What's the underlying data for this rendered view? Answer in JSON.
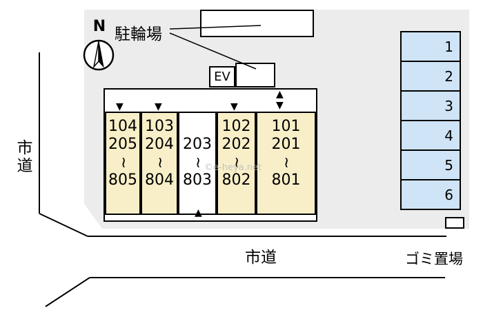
{
  "labels": {
    "north": "N",
    "bicycle_parking": "駐輪場",
    "elevator": "EV",
    "road_left": "市道",
    "road_bottom": "市道",
    "garbage": "ゴミ置場",
    "watermark": "©e-heya.net"
  },
  "units": [
    {
      "lines": [
        "104",
        "205",
        "~",
        "805"
      ]
    },
    {
      "lines": [
        "103",
        "204",
        "~",
        "804"
      ]
    },
    {
      "lines": [
        "203",
        "~",
        "803"
      ]
    },
    {
      "lines": [
        "102",
        "202",
        "~",
        "802"
      ]
    },
    {
      "lines": [
        "101",
        "201",
        "~",
        "801"
      ]
    }
  ],
  "parking": {
    "stalls": [
      "1",
      "2",
      "3",
      "4",
      "5",
      "6"
    ]
  },
  "icons": {
    "down_arrow": "▼",
    "up_arrow": "▲"
  },
  "colors": {
    "site_fill": "#ececec",
    "unit_fill": "#f8efc8",
    "parking_fill": "#cfe4f6",
    "line": "#000000"
  }
}
